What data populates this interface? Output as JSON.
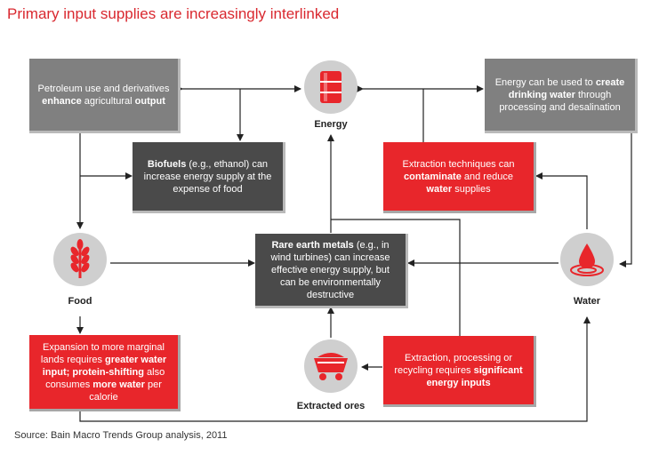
{
  "title": "Primary input supplies are increasingly interlinked",
  "source": "Source: Bain Macro Trends Group analysis, 2011",
  "nodes": {
    "energy": "Energy",
    "food": "Food",
    "water": "Water",
    "ores": "Extracted ores"
  },
  "boxes": {
    "petroleum": {
      "t1": "Petroleum use and derivatives ",
      "b1": "enhance",
      "t2": " agricultural ",
      "b2": "output"
    },
    "biofuels": {
      "b1": "Biofuels",
      "t1": " (e.g., ethanol) can increase energy supply at the expense of food"
    },
    "energy_water": {
      "t1": "Energy can be used to ",
      "b1": "create drinking water",
      "t2": " through processing and desalination"
    },
    "extraction_water": {
      "t1": "Extraction techniques can ",
      "b1": "contaminate",
      "t2": " and reduce ",
      "b2": "water",
      "t3": " supplies"
    },
    "rare_earth": {
      "b1": "Rare earth metals",
      "t1": " (e.g., in wind turbines) can increase effective energy supply, but can be environmentally destructive"
    },
    "marginal_lands": {
      "t1": "Expansion to more marginal lands requires ",
      "b1": "greater water input; protein-shifting",
      "t2": " also consumes ",
      "b2": "more water",
      "t3": " per calorie"
    },
    "extraction_energy": {
      "t1": "Extraction, processing or recycling requires ",
      "b1": "significant energy inputs"
    }
  },
  "colors": {
    "title": "#d9282f",
    "red_box": "#e8262b",
    "gray_light_box": "#808080",
    "gray_dark_box": "#4a4a4a",
    "node_circle": "#cfcfcf",
    "icon_red": "#e8262b"
  },
  "icons": {
    "energy": "oil-barrel-icon",
    "food": "wheat-icon",
    "water": "water-drop-icon",
    "ores": "mine-cart-icon"
  }
}
